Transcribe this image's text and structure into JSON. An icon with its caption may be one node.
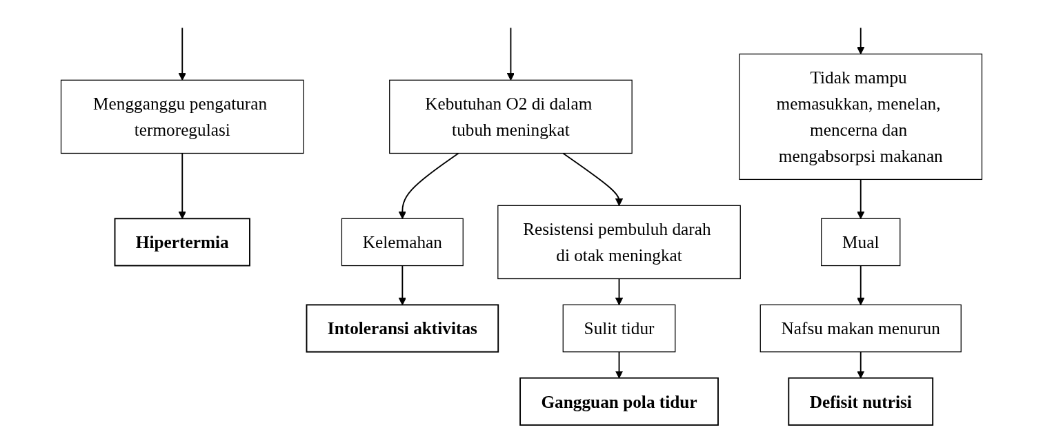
{
  "diagram": {
    "nodes": [
      {
        "text": [
          "Mengganggu pengaturan termoregulasi"
        ]
      },
      {
        "text": [
          "Hipertermia"
        ]
      },
      {
        "text": [
          "Kebutuhan O2 di dalam tubuh meningkat"
        ]
      },
      {
        "text": [
          "Kelemahan"
        ]
      },
      {
        "text": [
          "Intoleransi aktivitas"
        ]
      },
      {
        "text": [
          "Resistensi pembuluh darah di otak meningkat"
        ]
      },
      {
        "text": [
          "Sulit tidur"
        ]
      },
      {
        "text": [
          "Gangguan pola tidur"
        ]
      },
      {
        "text": [
          "Tidak mampu memasukkan, menelan, mencerna dan mengabsorpsi makanan"
        ]
      },
      {
        "text": [
          "Mual"
        ]
      },
      {
        "text": [
          "Nafsu makan menurun"
        ]
      },
      {
        "text": [
          "Defisit nutrisi"
        ]
      }
    ],
    "edges": [
      {
        "from": null,
        "to": 0,
        "arrow": "to"
      },
      {
        "from": 0,
        "to": 1,
        "arrow": "to"
      },
      {
        "from": null,
        "to": 2,
        "arrow": "to"
      },
      {
        "from": 2,
        "to": 3,
        "arrow": "to"
      },
      {
        "from": 3,
        "to": 4,
        "arrow": "to"
      },
      {
        "from": 2,
        "to": 5,
        "arrow": "to"
      },
      {
        "from": 5,
        "to": 6,
        "arrow": "to"
      },
      {
        "from": 6,
        "to": 7,
        "arrow": "to"
      },
      {
        "from": null,
        "to": 8,
        "arrow": "to"
      },
      {
        "from": 8,
        "to": 9,
        "arrow": "to"
      },
      {
        "from": 9,
        "to": 10,
        "arrow": "to"
      },
      {
        "from": 10,
        "to": 11,
        "arrow": "to"
      }
    ]
  }
}
